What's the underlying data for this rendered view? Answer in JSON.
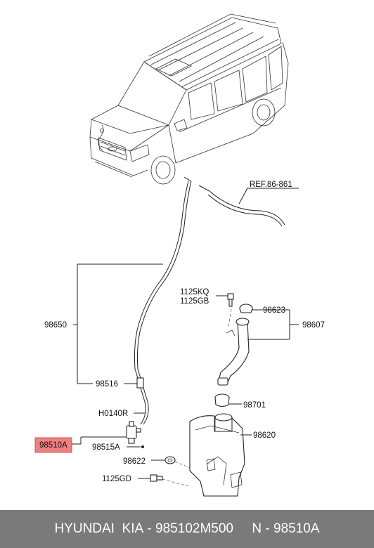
{
  "labels": {
    "ref": "REF.86-861",
    "p98650": "98650",
    "p98516": "98516",
    "pH0140R": "H0140R",
    "p98510A": "98510A",
    "p98515A": "98515A",
    "p98622": "98622",
    "p1125GD": "1125GD",
    "p1125KQ": "1125KQ",
    "p1125GB": "1125GB",
    "p98623": "98623",
    "p98607": "98607",
    "p98701": "98701",
    "p98620": "98620"
  },
  "highlight_color": "#f08080",
  "footer": {
    "brand": "HYUNDAI  KIA",
    "sep1": " - ",
    "oem": "985102M500",
    "gap": "     ",
    "n": "N",
    "sep2": " - ",
    "part": "98510A"
  }
}
